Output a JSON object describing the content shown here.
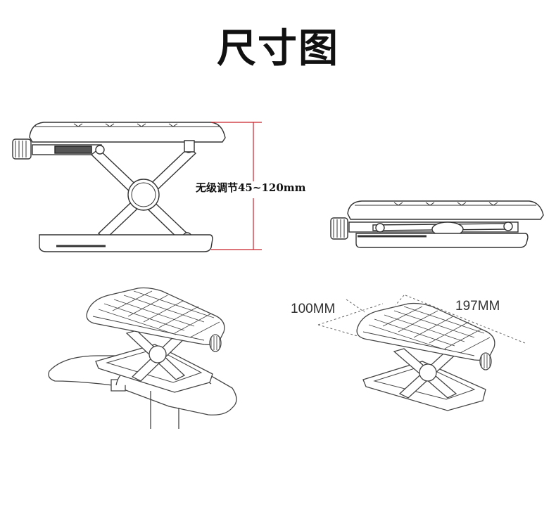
{
  "title": "尺寸图",
  "height_adjustment_label": "无级调节45~120mm",
  "dimensions": {
    "width_label": "100MM",
    "length_label": "197MM"
  },
  "colors": {
    "outline": "#333333",
    "dimension_line": "#c8202a",
    "text": "#111111"
  }
}
